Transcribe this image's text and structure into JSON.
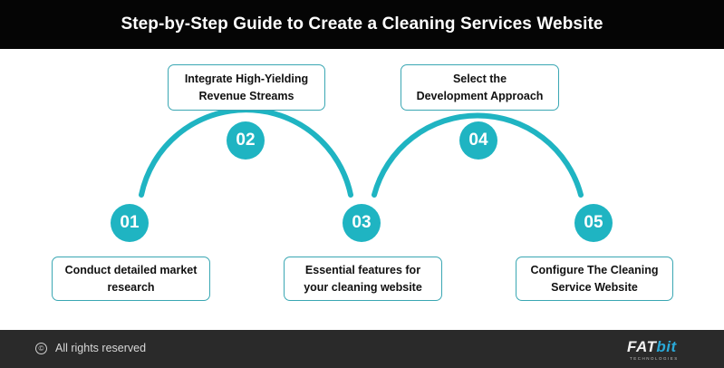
{
  "header": {
    "title": "Step-by-Step Guide to Create a Cleaning Services Website"
  },
  "steps": [
    {
      "number": "01",
      "lines": [
        "Conduct detailed market",
        "research"
      ]
    },
    {
      "number": "02",
      "lines": [
        "Integrate High-Yielding",
        "Revenue Streams"
      ]
    },
    {
      "number": "03",
      "lines": [
        "Essential features for",
        "your cleaning website"
      ]
    },
    {
      "number": "04",
      "lines": [
        "Select the",
        "Development Approach"
      ]
    },
    {
      "number": "05",
      "lines": [
        "Configure The Cleaning",
        "Service Website"
      ]
    }
  ],
  "colors": {
    "accent": "#1fb4c2",
    "header_bg": "#050505",
    "footer_bg": "#2a2a2a"
  },
  "footer": {
    "copyright_icon": "copyright-icon",
    "copyright_symbol": "©",
    "rights_text": "All rights reserved",
    "logo": {
      "main": "FAT",
      "accent": "bit",
      "sub": "TECHNOLOGIES"
    }
  }
}
